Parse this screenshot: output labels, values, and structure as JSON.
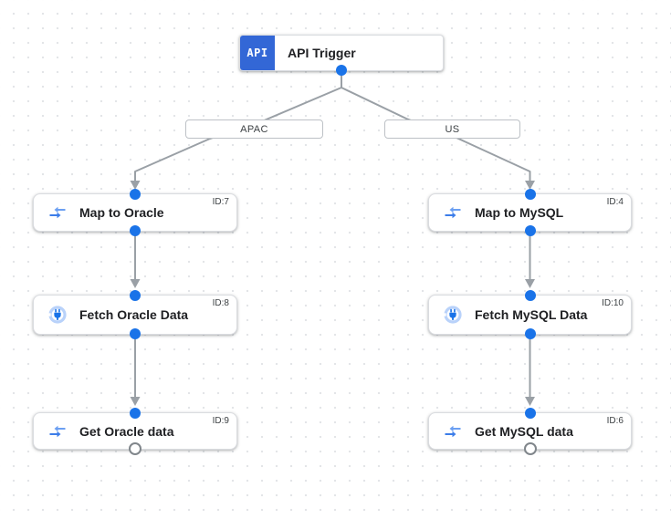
{
  "palette": {
    "accent_blue": "#1a73e8",
    "trigger_blue": "#3367d6",
    "edge_gray": "#9aa0a6",
    "node_border": "#dadce0",
    "edge_label_border": "#bdc1c6",
    "mapping_icon_blue_dark": "#3c7de9",
    "mapping_icon_blue_light": "#6b9ff2",
    "connector_icon_ring": "#b9d2fa",
    "connector_icon_plug": "#1a73e8"
  },
  "trigger": {
    "icon_label": "API",
    "label": "API Trigger"
  },
  "edge_labels": {
    "apac": "APAC",
    "us": "US"
  },
  "nodes": {
    "map_oracle": {
      "label": "Map to Oracle",
      "id": "ID:7"
    },
    "fetch_oracle": {
      "label": "Fetch Oracle Data",
      "id": "ID:8"
    },
    "get_oracle": {
      "label": "Get Oracle data",
      "id": "ID:9"
    },
    "map_mysql": {
      "label": "Map to MySQL",
      "id": "ID:4"
    },
    "fetch_mysql": {
      "label": "Fetch MySQL Data",
      "id": "ID:10"
    },
    "get_mysql": {
      "label": "Get MySQL data",
      "id": "ID:6"
    }
  }
}
